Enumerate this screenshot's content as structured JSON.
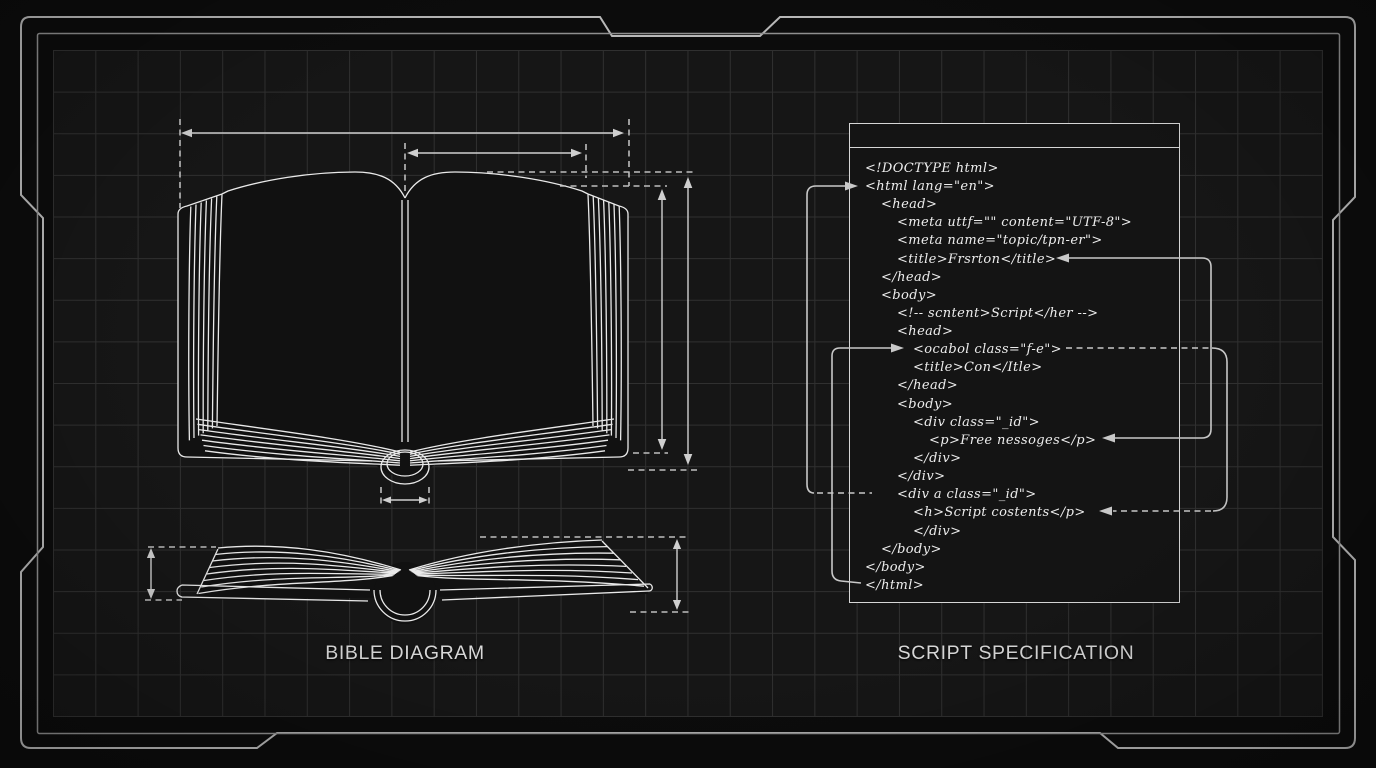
{
  "labels": {
    "book_diagram": "BIBLE DIAGRAM",
    "script_spec": "SCRIPT SPECIFICATION"
  },
  "code_panel": {
    "lines": [
      "<!DOCTYPE html>",
      "<html lang=\"en\">",
      "<head>",
      "<meta uttf=\"\" content=\"UTF-8\">",
      "<meta name=\"topic/tpn-er\">",
      "<title>Frsrton</title>",
      "</head>",
      "<body>",
      "<!-- scntent>Script</her -->",
      "<head>",
      "<ocabol class=\"f-e\">",
      "<title>Con</Itle>",
      "</head>",
      "<body>",
      "<div class=\"_id\">",
      "<p>Free nessoges</p>",
      "</div>",
      "</div>",
      "<div a class=\"_id\">",
      "<h>Script costents</p>",
      "</div>",
      "</body>",
      "</body>",
      "</html>"
    ]
  },
  "colors": {
    "background": "#0c0c0c",
    "grid_background": "#161616",
    "grid_line": "#303030",
    "frame_line": "#b8b8b8",
    "drawing_line": "#e9e9e9",
    "dimension_line": "#c9c9c9",
    "panel_border": "#d6d6d6",
    "text": "#ededed"
  }
}
